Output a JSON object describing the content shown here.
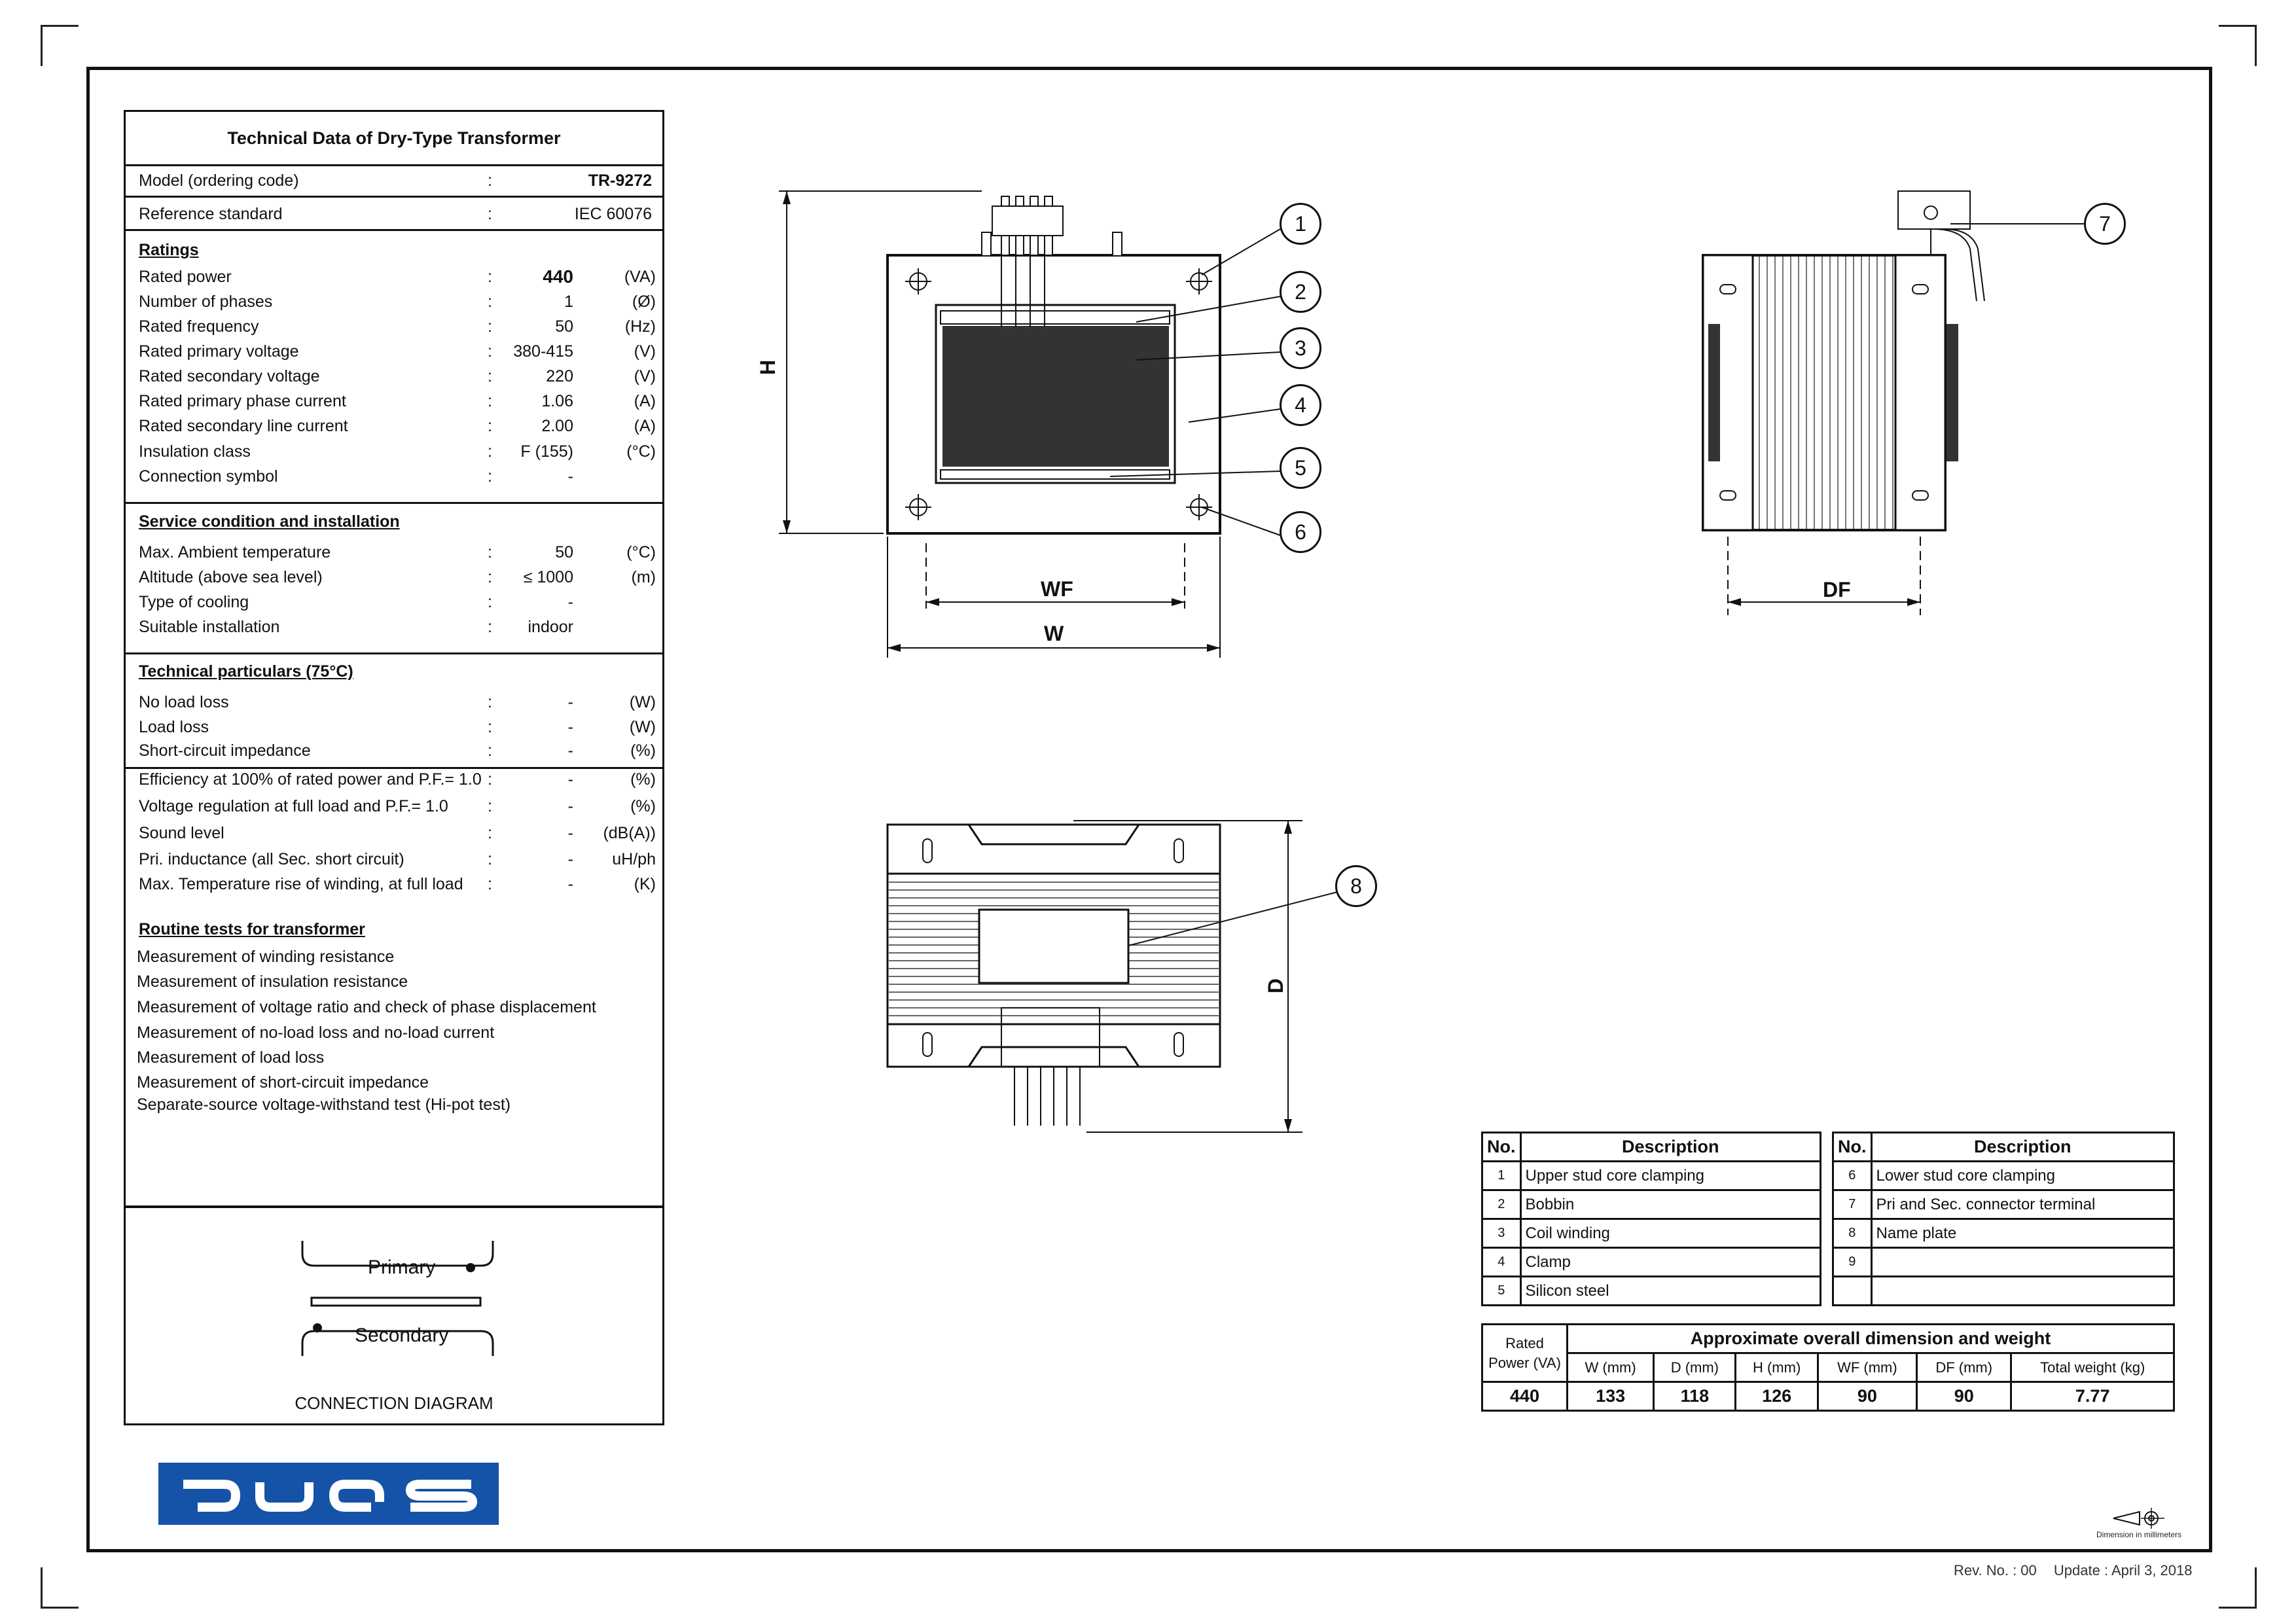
{
  "tech_table": {
    "title": "Technical Data of Dry-Type Transformer",
    "model": {
      "label": "Model (ordering code)",
      "value": "TR-9272"
    },
    "standard": {
      "label": "Reference standard",
      "value": "IEC 60076"
    },
    "ratings": {
      "heading": "Ratings",
      "rows": [
        {
          "label": "Rated power",
          "value": "440",
          "unit": "(VA)"
        },
        {
          "label": "Number of phases",
          "value": "1",
          "unit": "(Ø)"
        },
        {
          "label": "Rated frequency",
          "value": "50",
          "unit": "(Hz)"
        },
        {
          "label": "Rated primary voltage",
          "value": "380-415",
          "unit": "(V)"
        },
        {
          "label": "Rated secondary voltage",
          "value": "220",
          "unit": "(V)"
        },
        {
          "label": "Rated primary phase current",
          "value": "1.06",
          "unit": "(A)"
        },
        {
          "label": "Rated secondary line current",
          "value": "2.00",
          "unit": "(A)"
        },
        {
          "label": "Insulation class",
          "value": "F (155)",
          "unit": "(°C)"
        },
        {
          "label": "Connection symbol",
          "value": "-",
          "unit": ""
        }
      ]
    },
    "service": {
      "heading": "Service condition and installation",
      "rows": [
        {
          "label": "Max. Ambient temperature",
          "value": "50",
          "unit": "(°C)"
        },
        {
          "label": "Altitude (above sea level)",
          "value": "≤ 1000",
          "unit": "(m)"
        },
        {
          "label": "Type of cooling",
          "value": "-",
          "unit": ""
        },
        {
          "label": "Suitable installation",
          "value": "indoor",
          "unit": ""
        }
      ]
    },
    "technical": {
      "heading": "Technical particulars (75°C)",
      "rows": [
        {
          "label": "No load loss",
          "value": "-",
          "unit": "(W)"
        },
        {
          "label": "Load loss",
          "value": "-",
          "unit": "(W)"
        },
        {
          "label": "Short-circuit impedance",
          "value": "-",
          "unit": "(%)"
        },
        {
          "label": "Efficiency at 100% of rated power and P.F.= 1.0",
          "value": "-",
          "unit": "(%)"
        },
        {
          "label": "Voltage regulation at full load and P.F.= 1.0",
          "value": "-",
          "unit": "(%)"
        },
        {
          "label": "Sound level",
          "value": "-",
          "unit": "(dB(A))"
        },
        {
          "label": "Pri. inductance (all Sec. short circuit)",
          "value": "-",
          "unit": "uH/ph"
        },
        {
          "label": "Max. Temperature rise of winding, at full load",
          "value": "-",
          "unit": "(K)"
        }
      ]
    },
    "routine": {
      "heading": "Routine tests for transformer",
      "items": [
        "Measurement of winding resistance",
        "Measurement of insulation resistance",
        "Measurement of voltage ratio and check of phase displacement",
        "Measurement of no-load loss and no-load current",
        "Measurement of load loss",
        "Measurement of short-circuit impedance",
        "Separate-source voltage-withstand test (Hi-pot test)"
      ]
    },
    "colon": ":"
  },
  "connection_diagram": {
    "primary": "Primary",
    "secondary": "Secondary",
    "caption": "CONNECTION  DIAGRAM"
  },
  "drawing": {
    "dim_labels": {
      "h": "H",
      "wf": "WF",
      "w": "W",
      "df": "DF",
      "d": "D"
    },
    "callouts": [
      "1",
      "2",
      "3",
      "4",
      "5",
      "6",
      "7",
      "8"
    ]
  },
  "parts_table": {
    "headers": {
      "no": "No.",
      "desc": "Description"
    },
    "left": [
      {
        "no": "1",
        "desc": "Upper stud core clamping"
      },
      {
        "no": "2",
        "desc": "Bobbin"
      },
      {
        "no": "3",
        "desc": "Coil winding"
      },
      {
        "no": "4",
        "desc": "Clamp"
      },
      {
        "no": "5",
        "desc": "Silicon steel"
      }
    ],
    "right": [
      {
        "no": "6",
        "desc": "Lower stud core clamping"
      },
      {
        "no": "7",
        "desc": "Pri and Sec. connector terminal"
      },
      {
        "no": "8",
        "desc": "Name plate"
      },
      {
        "no": "9",
        "desc": ""
      },
      {
        "no": "",
        "desc": ""
      }
    ]
  },
  "dimension_table": {
    "rated_power_header": "Rated Power (VA)",
    "title": "Approximate overall dimension and weight",
    "columns": [
      "W (mm)",
      "D (mm)",
      "H (mm)",
      "WF (mm)",
      "DF (mm)",
      "Total weight (kg)"
    ],
    "row": {
      "rated_power": "440",
      "values": [
        "133",
        "118",
        "126",
        "90",
        "90",
        "7.77"
      ]
    }
  },
  "footer": {
    "dimension_note": "Dimension in millimeters",
    "revision": "Rev. No. : 00",
    "update": "Update : April 3, 2018"
  },
  "colors": {
    "logo_blue": "#1453a8",
    "line": "#111111"
  }
}
